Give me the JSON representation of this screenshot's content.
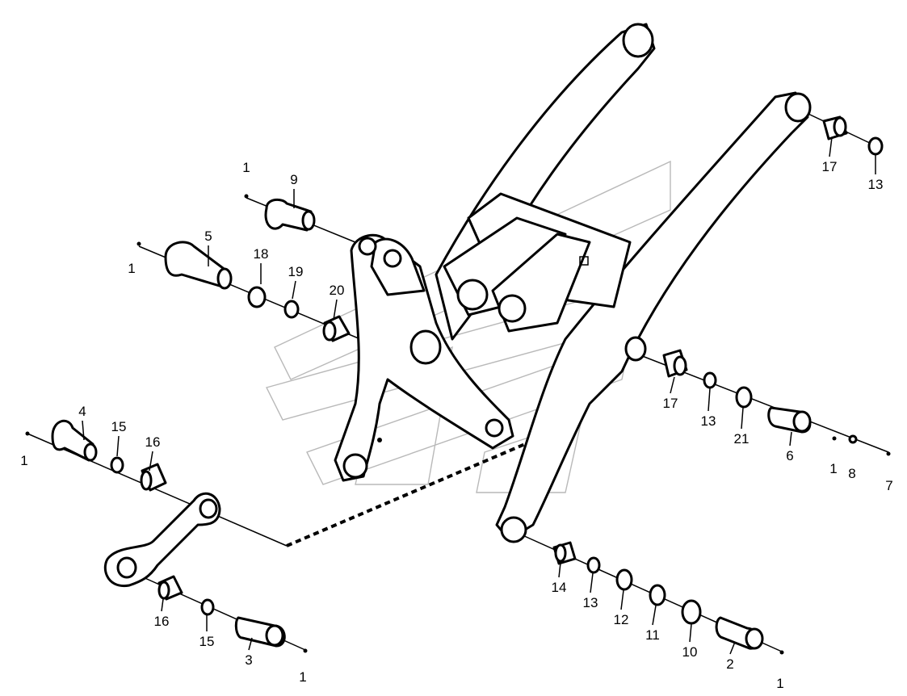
{
  "labels": {
    "l1_a": "1",
    "l9": "9",
    "l5": "5",
    "l1_b": "1",
    "l18": "18",
    "l19": "19",
    "l20": "20",
    "l17_top": "17",
    "l13_top": "13",
    "l4": "4",
    "l15_a": "15",
    "l16_a": "16",
    "l1_c": "1",
    "l16_b": "16",
    "l15_b": "15",
    "l3": "3",
    "l1_d": "1",
    "l17_mid": "17",
    "l13_mid": "13",
    "l21": "21",
    "l6": "6",
    "l1_e": "1",
    "l8": "8",
    "l7": "7",
    "l14": "14",
    "l13_low": "13",
    "l12": "12",
    "l11": "11",
    "l10": "10",
    "l2": "2",
    "l1_f": "1"
  },
  "colors": {
    "line": "#000000",
    "background": "#ffffff",
    "watermark": "#b9b9b9"
  }
}
